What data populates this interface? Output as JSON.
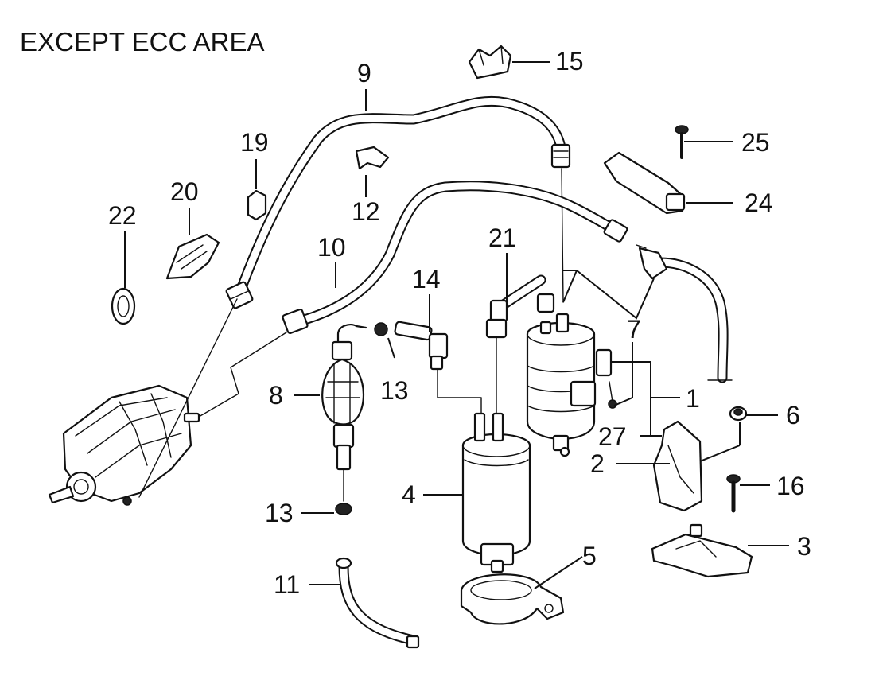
{
  "title": "EXCEPT ECC AREA",
  "callouts": {
    "p1": "1",
    "p2": "2",
    "p3": "3",
    "p4": "4",
    "p5": "5",
    "p6": "6",
    "p7": "7",
    "p8": "8",
    "p9": "9",
    "p10": "10",
    "p11": "11",
    "p12": "12",
    "p13a": "13",
    "p13b": "13",
    "p14": "14",
    "p15": "15",
    "p16": "16",
    "p19": "19",
    "p20": "20",
    "p21": "21",
    "p22": "22",
    "p24": "24",
    "p25": "25",
    "p27": "27"
  }
}
